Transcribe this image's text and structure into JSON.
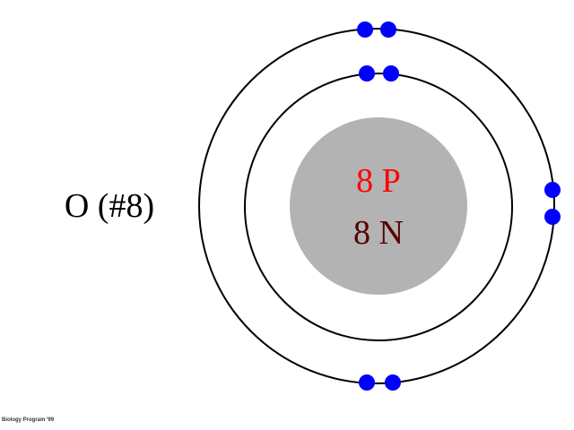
{
  "element_label": "O (#8)",
  "nucleus": {
    "protons": "8 P",
    "neutrons": "8 N"
  },
  "shells": [
    {
      "name": "inner",
      "electrons": 2
    },
    {
      "name": "outer",
      "electrons": 6
    }
  ],
  "credit": "Biology Program '99",
  "colors": {
    "nucleus": "#b3b3b3",
    "electron": "#0000ff",
    "protons": "#ff0000",
    "neutrons": "#550000",
    "orbit": "#000000"
  }
}
